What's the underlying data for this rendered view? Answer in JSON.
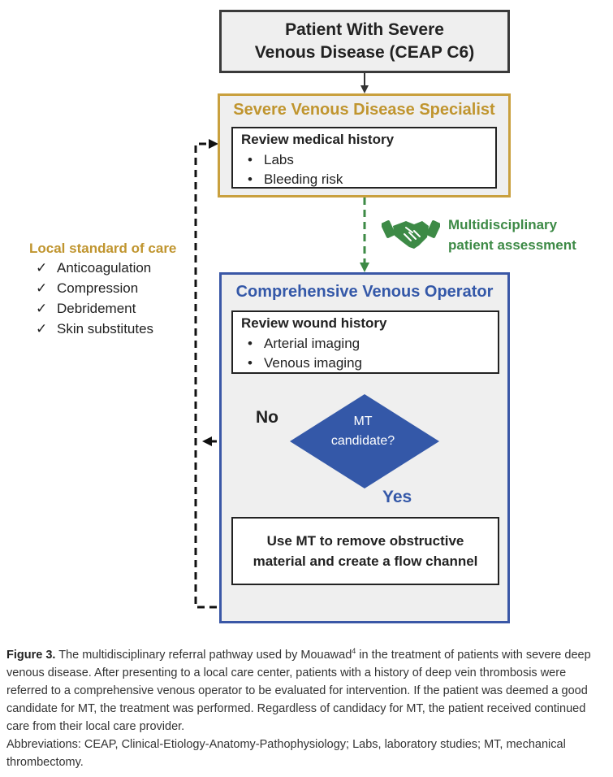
{
  "patient_box": {
    "line1": "Patient With Severe",
    "line2": "Venous Disease (CEAP C6)"
  },
  "specialist": {
    "title": "Severe Venous Disease Specialist",
    "review_title": "Review medical history",
    "items": [
      "Labs",
      "Bleeding risk"
    ]
  },
  "assessment": {
    "line1": "Multidisciplinary",
    "line2": "patient assessment"
  },
  "local_care": {
    "title": "Local standard of care",
    "items": [
      "Anticoagulation",
      "Compression",
      "Debridement",
      "Skin substitutes"
    ]
  },
  "operator": {
    "title": "Comprehensive Venous Operator",
    "review_title": "Review wound history",
    "items": [
      "Arterial imaging",
      "Venous imaging"
    ]
  },
  "decision": {
    "line1": "MT",
    "line2": "candidate?",
    "no": "No",
    "yes": "Yes"
  },
  "treatment": {
    "line1": "Use MT to remove obstructive",
    "line2": "material and create a flow channel"
  },
  "caption": {
    "label": "Figure 3.",
    "text_before_ref": " The multidisciplinary referral pathway used by Mouawad",
    "ref": "4",
    "text_after_ref": " in the treatment of patients with severe deep venous disease. After presenting to a local care center, patients with a history of deep vein thrombosis were referred to a comprehensive venous operator to be evaluated for intervention. If the patient was deemed a good candidate for MT, the treatment was performed. Regardless of candidacy for MT, the patient received continued care from their local care provider.",
    "abbreviations": "Abbreviations: CEAP, Clinical-Etiology-Anatomy-Pathophysiology; Labs, laboratory studies; MT, mechanical thrombectomy."
  },
  "colors": {
    "gold": "#c0952f",
    "blue": "#3458a8",
    "green": "#3d8a46",
    "dark": "#222222"
  },
  "icons": {
    "bullet": "•",
    "check": "✓",
    "handshake": "handshake-icon"
  }
}
